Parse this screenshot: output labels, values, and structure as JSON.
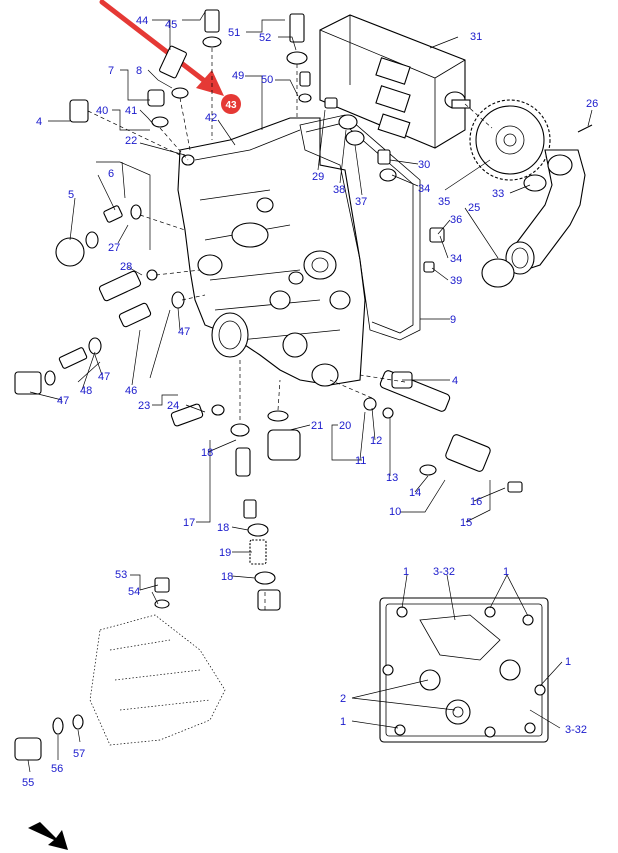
{
  "highlight": {
    "label": "43",
    "color": "#e53935"
  },
  "arrow_color": "#e53935",
  "label_color": "#1a1acc",
  "callouts": [
    "44",
    "45",
    "51",
    "52",
    "31",
    "7",
    "8",
    "49",
    "50",
    "26",
    "4",
    "40",
    "41",
    "42",
    "22",
    "29",
    "38",
    "37",
    "30",
    "34",
    "35",
    "33",
    "6",
    "5",
    "36",
    "25",
    "27",
    "34",
    "39",
    "28",
    "9",
    "47",
    "48",
    "47",
    "46",
    "4",
    "47",
    "23",
    "24",
    "21",
    "20",
    "12",
    "11",
    "13",
    "18",
    "14",
    "10",
    "16",
    "15",
    "17",
    "18",
    "19",
    "18",
    "53",
    "54",
    "1",
    "3-32",
    "1",
    "1",
    "2",
    "1",
    "3-32",
    "55",
    "56",
    "57"
  ]
}
